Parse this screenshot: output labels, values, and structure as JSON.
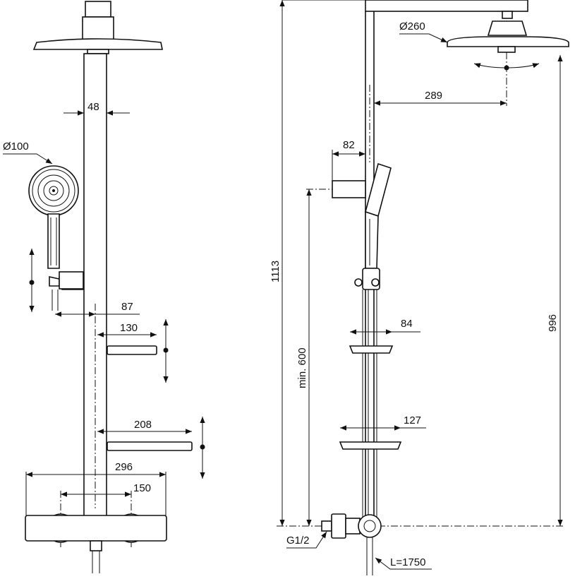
{
  "front_view": {
    "dim_bar_width": "48",
    "dim_hand_shower_diameter": "Ø100",
    "dim_hand_shower_offset": "87",
    "dim_small_shelf_width": "130",
    "dim_large_shelf_width": "208",
    "dim_thermostat_width": "296",
    "dim_thermostat_centers": "150"
  },
  "side_view": {
    "dim_head_shower_diameter": "Ø260",
    "dim_arm_projection": "289",
    "dim_wall_bracket_depth": "82",
    "dim_total_height": "1113",
    "dim_min_height": "min. 600",
    "dim_small_shelf_depth": "84",
    "dim_large_shelf_depth": "127",
    "dim_head_height": "996",
    "label_connection": "G1/2",
    "label_hose_length": "L=1750"
  }
}
